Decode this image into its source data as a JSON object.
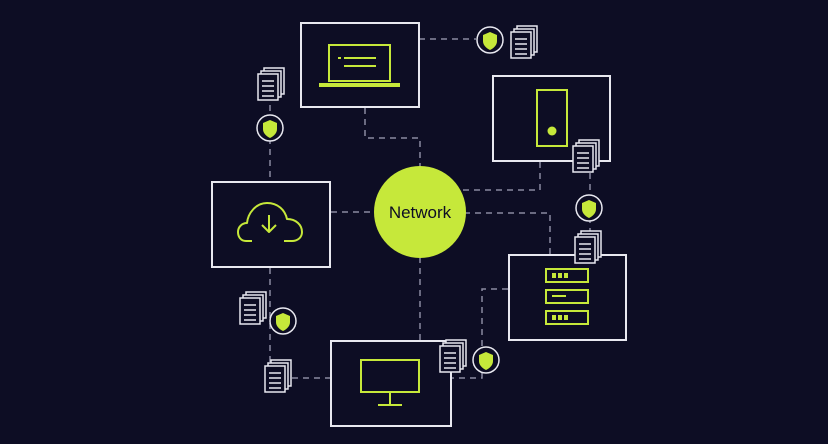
{
  "network": {
    "label": "Network"
  },
  "colors": {
    "background": "#0d0d24",
    "accent": "#c6e83a",
    "line": "#e8e8f0",
    "dash": "#8a8aa0"
  },
  "nodes": [
    {
      "id": "laptop",
      "icon": "laptop-icon"
    },
    {
      "id": "server-tower",
      "icon": "server-tower-icon"
    },
    {
      "id": "cloud-download",
      "icon": "cloud-download-icon"
    },
    {
      "id": "server-rack",
      "icon": "server-rack-icon"
    },
    {
      "id": "monitor",
      "icon": "monitor-icon"
    }
  ],
  "badges": {
    "shield_icon": "shield-icon",
    "document_icon": "document-icon"
  }
}
